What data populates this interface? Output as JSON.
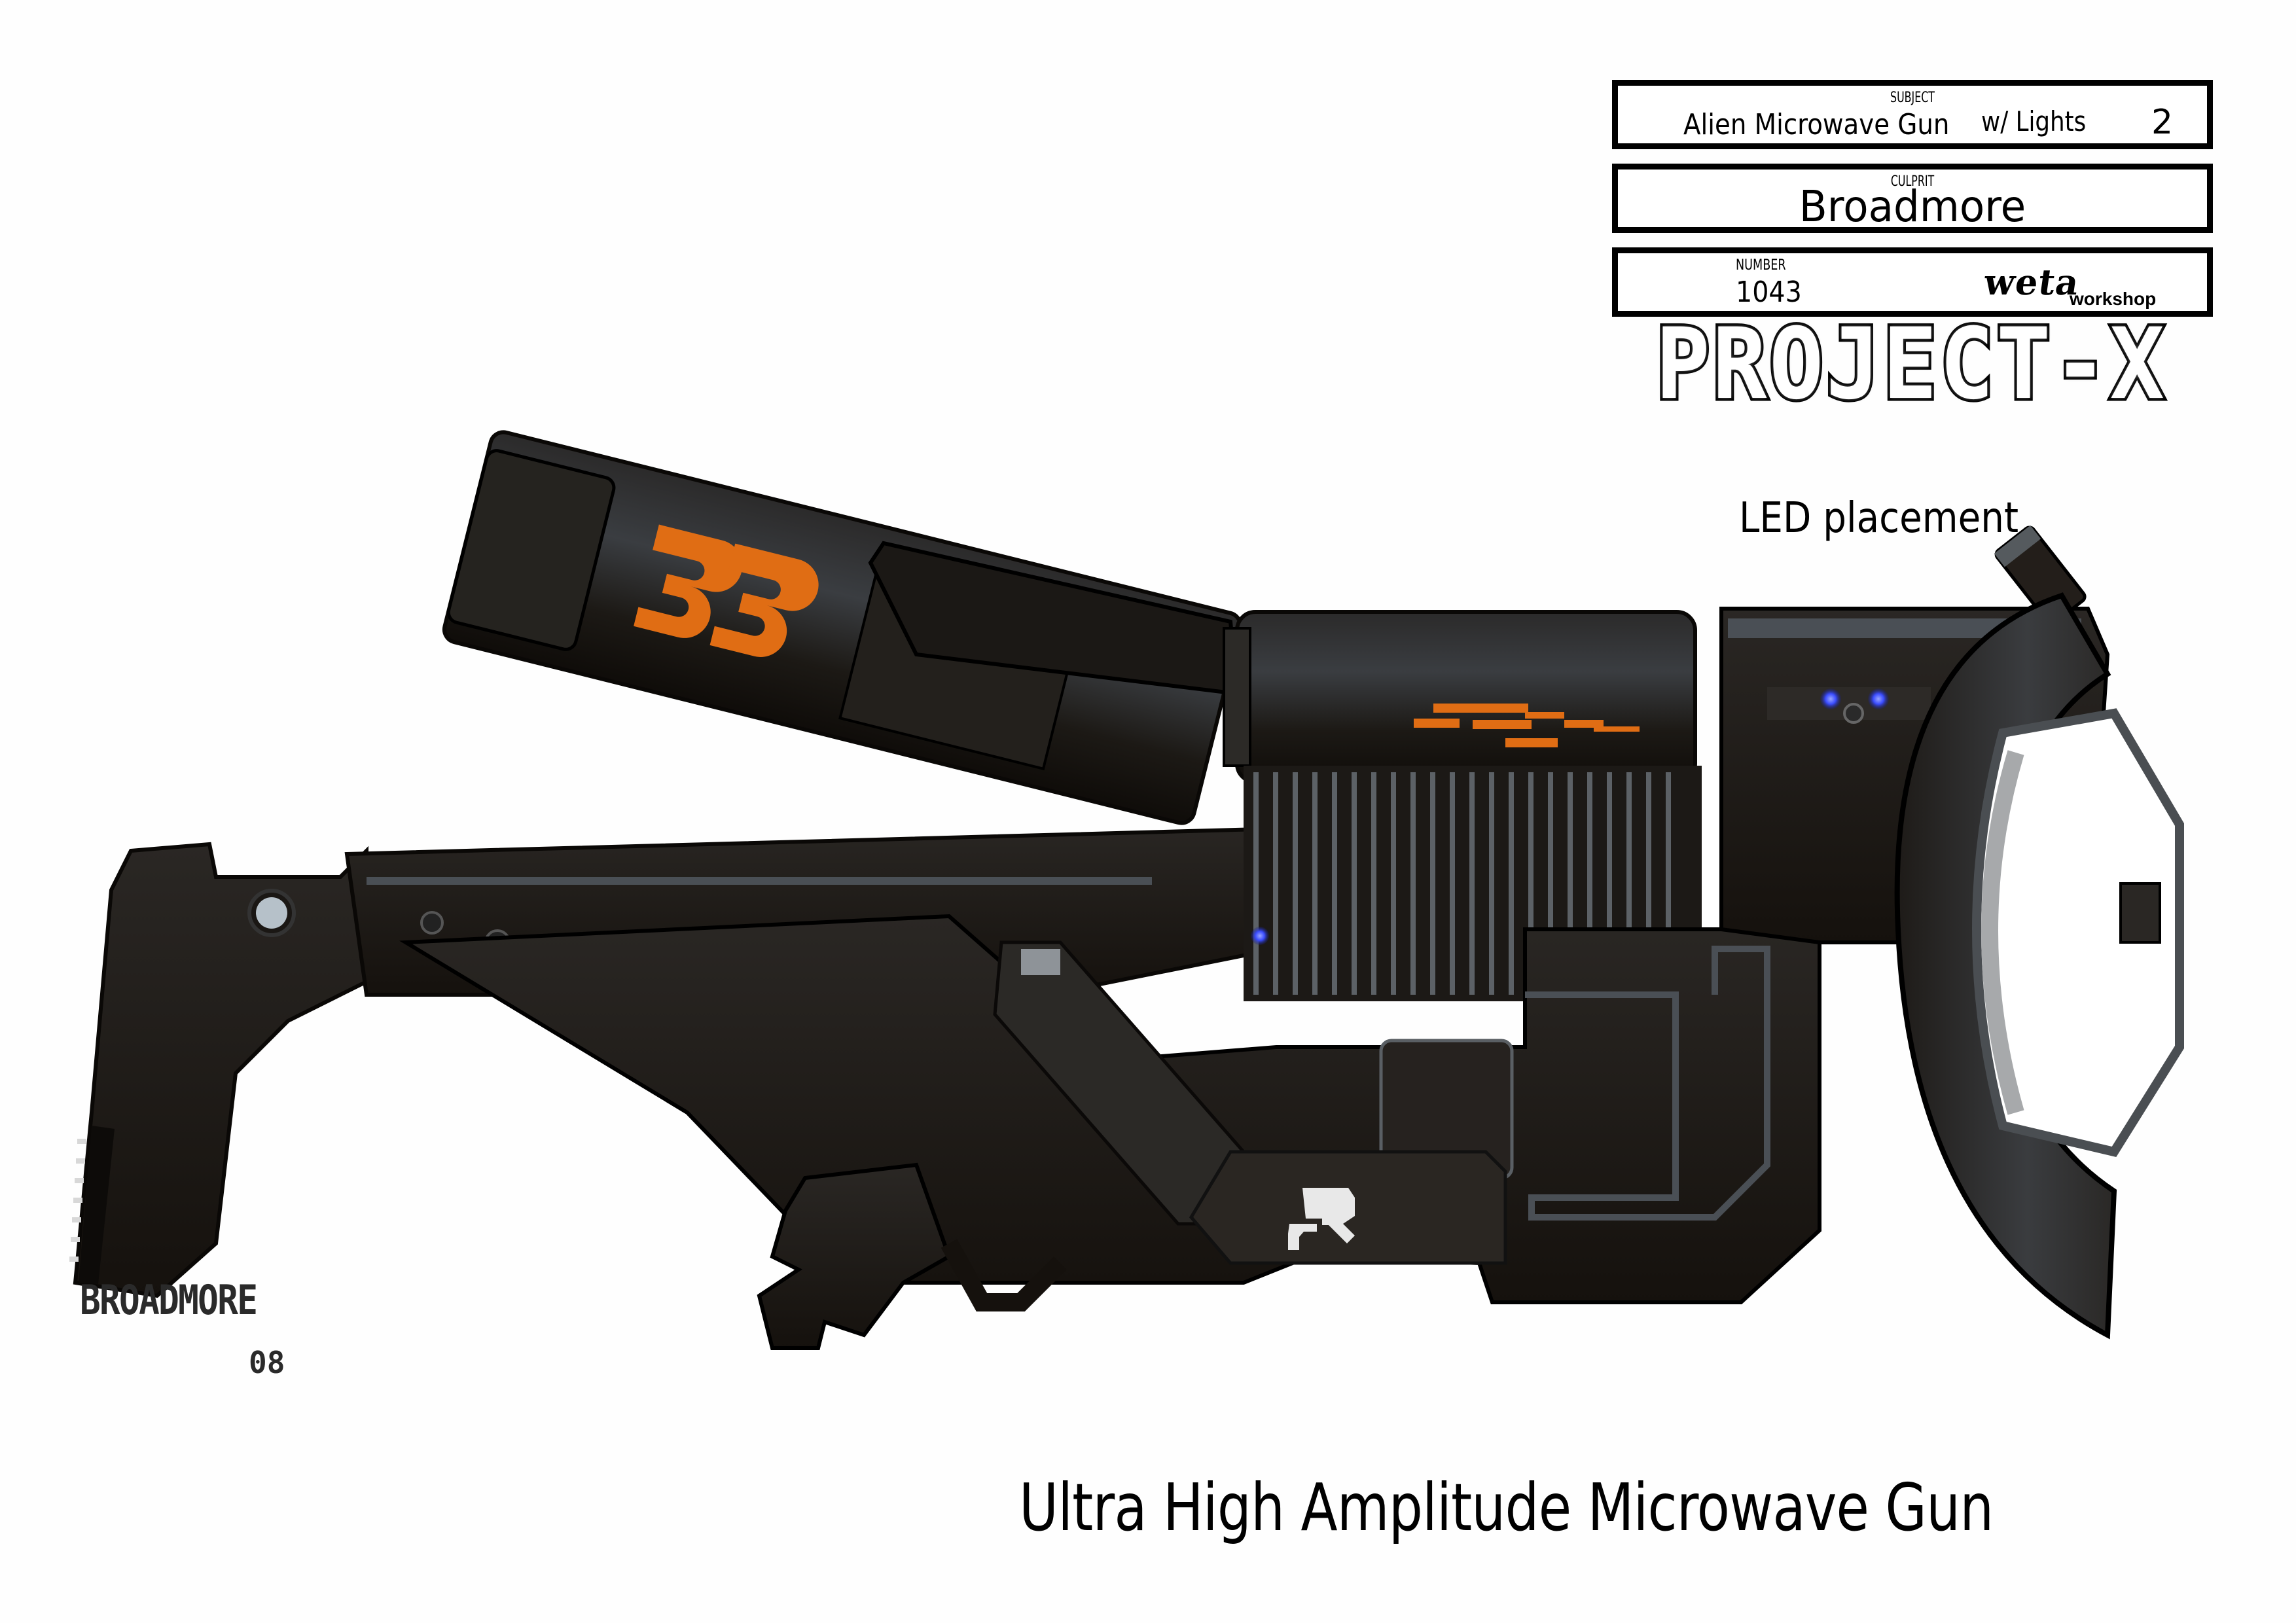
{
  "title_block": {
    "subject": {
      "label": "SUBJECT",
      "value": "Alien Microwave Gun",
      "annotation": "w/ Lights",
      "revision": "2"
    },
    "culprit": {
      "label": "CULPRIT",
      "value": "Broadmore"
    },
    "number": {
      "label": "NUMBER",
      "value": "1043"
    },
    "logo": {
      "wordmark": "weta",
      "subtitle": "workshop"
    },
    "project": "PROJECT-X"
  },
  "annotations": {
    "led_placement": "LED placement"
  },
  "caption": "Ultra High Amplitude Microwave Gun",
  "signature": {
    "name": "BROADMORE",
    "year": "08"
  },
  "illustration": {
    "subject": "microwave-gun",
    "body_color": "#1f1b17",
    "panel_highlight": "#4a4f55",
    "decal_color": "#e06d14",
    "led_color": "#3a4cff",
    "emblem_color": "#e8e8e8"
  }
}
